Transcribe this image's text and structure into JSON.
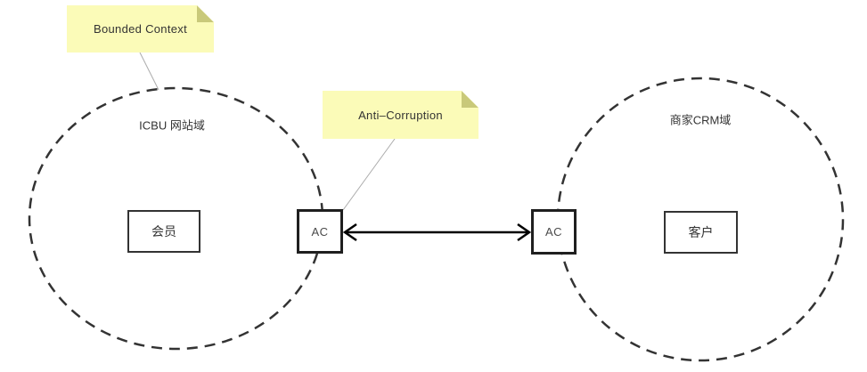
{
  "diagram": {
    "title": "Bounded Context / Anti-Corruption layer diagram",
    "notes": [
      {
        "id": "bounded-context",
        "label": "Bounded Context"
      },
      {
        "id": "anti-corruption",
        "label": "Anti–Corruption"
      }
    ],
    "left_context": {
      "name": "ICBU 网站域",
      "entity": "会员",
      "adapter": "AC"
    },
    "right_context": {
      "name": "商家CRM域",
      "entity": "客户",
      "adapter": "AC"
    },
    "relationship": "two-way-arrow",
    "colors": {
      "background": "#FFFFFF",
      "note_fill": "#FBFBB8",
      "note_fold": "#C9C97A",
      "shape_stroke": "#333333",
      "ac_box_stroke": "#1F1F1F",
      "arrow": "#000000",
      "connector_line": "#ABABAB",
      "text": "#333333"
    }
  }
}
